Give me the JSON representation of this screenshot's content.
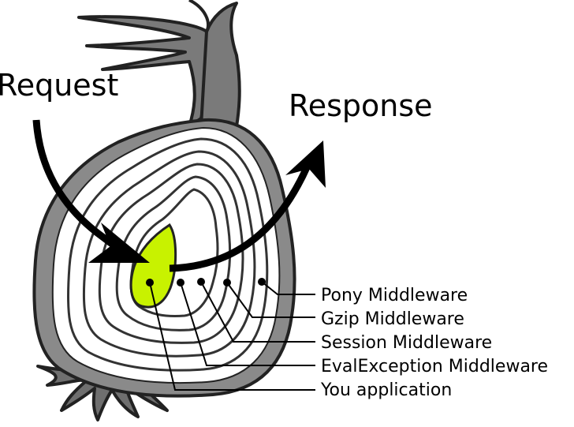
{
  "labels": {
    "request": "Request",
    "response": "Response"
  },
  "layers": [
    {
      "label": "Pony Middleware"
    },
    {
      "label": "Gzip Middleware"
    },
    {
      "label": "Session Middleware"
    },
    {
      "label": "EvalException Middleware"
    },
    {
      "label": "You application"
    }
  ],
  "colors": {
    "skin": "#8a8a8a",
    "skin_dark": "#6f6f6f",
    "core": "#c8f200",
    "outline": "#222222",
    "arrow": "#000000"
  }
}
